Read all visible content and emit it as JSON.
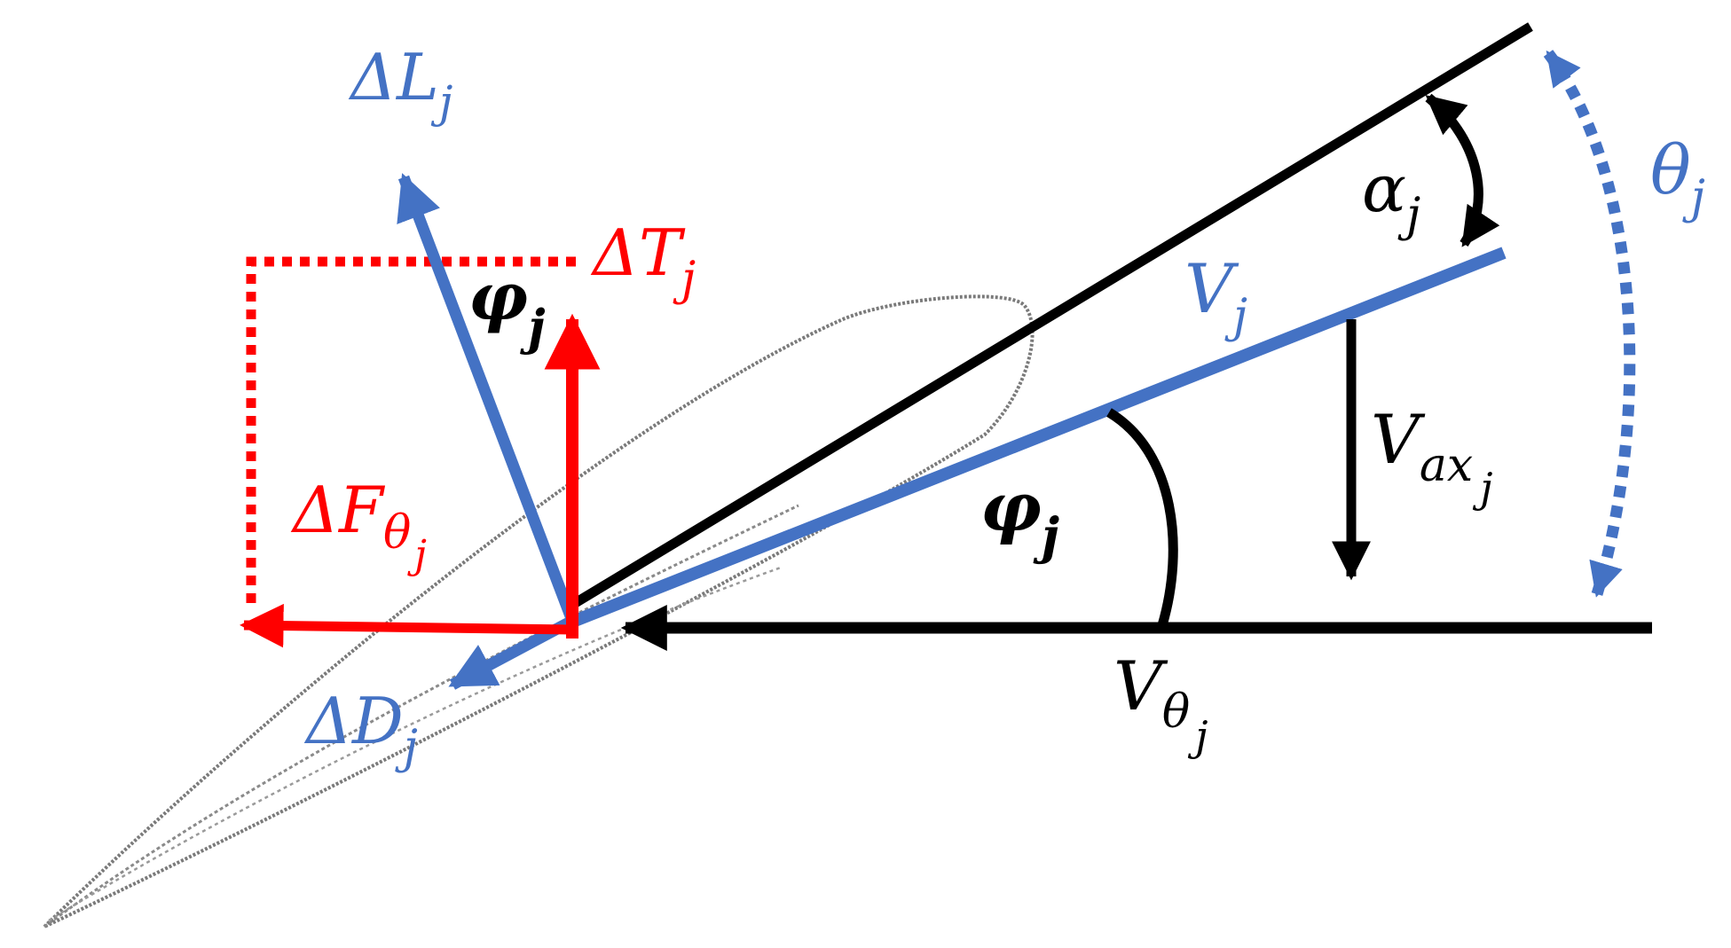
{
  "colors": {
    "blue": "#4472C4",
    "red": "#FF0000",
    "black": "#000000",
    "airfoil": "#7a7a7a"
  },
  "labels": {
    "lift": {
      "main": "ΔL",
      "sub": "j"
    },
    "thrust": {
      "main": "ΔT",
      "sub": "j"
    },
    "tangential_force": {
      "main": "ΔF",
      "sub": "θ",
      "subsub": "j"
    },
    "drag": {
      "main": "ΔD",
      "sub": "j"
    },
    "phi_at_forces": {
      "main": "φ",
      "sub": "j"
    },
    "phi_at_velocity": {
      "main": "φ",
      "sub": "j"
    },
    "relative_velocity": {
      "main": "V",
      "sub": "j"
    },
    "axial_velocity": {
      "main": "V",
      "sub": "ax",
      "subsub": "j"
    },
    "tangential_velocity": {
      "main": "V",
      "sub": "θ",
      "subsub": "j"
    },
    "angle_of_attack": {
      "main": "α",
      "sub": "j"
    },
    "pitch_angle": {
      "main": "θ",
      "sub": "j"
    }
  }
}
